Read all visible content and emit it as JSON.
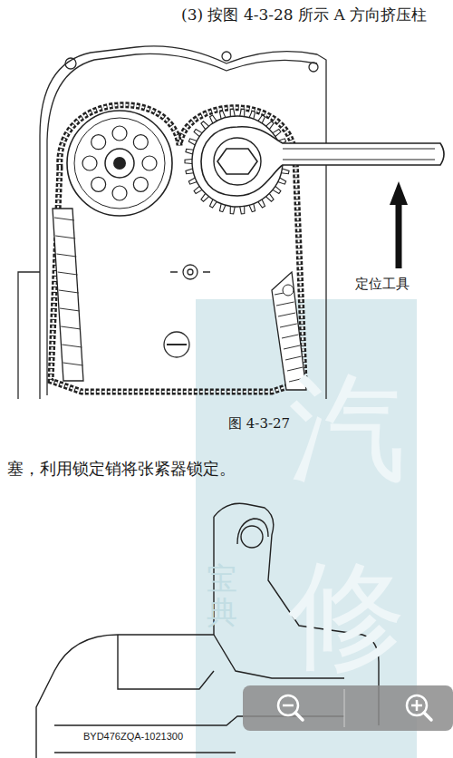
{
  "diagram": {
    "caption": "图 4-3-27",
    "labels": [
      "(3) 按图 4-3-28 所示 A 方向挤压柱",
      "定位工具",
      "塞，利用锁定销将张紧器锁定。",
      "BYD476ZQA-1021300",
      "汽",
      "修",
      "宝典"
    ]
  }
}
